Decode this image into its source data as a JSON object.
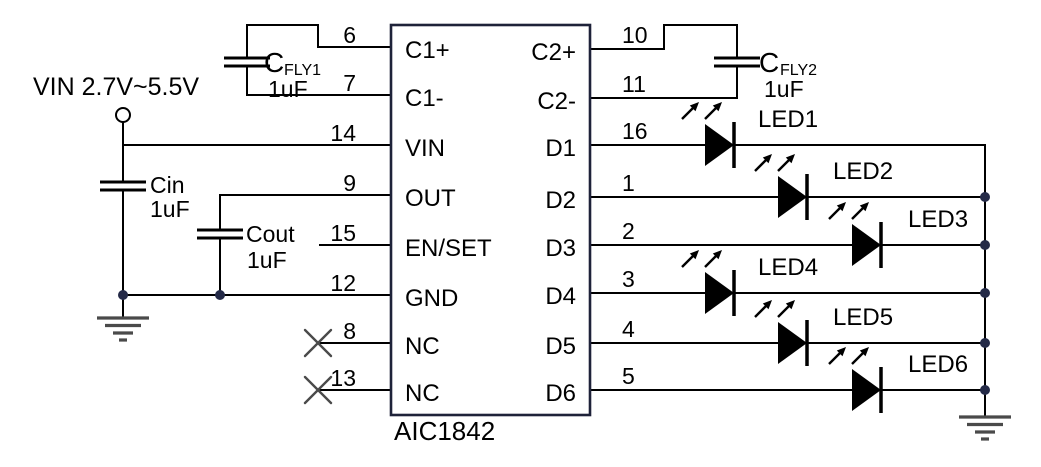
{
  "input": {
    "label": "VIN 2.7V~5.5V"
  },
  "ic": {
    "part": "AIC1842",
    "left_pins": [
      {
        "number": "6",
        "name": "C1+"
      },
      {
        "number": "7",
        "name": "C1-"
      },
      {
        "number": "14",
        "name": "VIN"
      },
      {
        "number": "9",
        "name": "OUT"
      },
      {
        "number": "15",
        "name": "EN/SET"
      },
      {
        "number": "12",
        "name": "GND"
      },
      {
        "number": "8",
        "name": "NC"
      },
      {
        "number": "13",
        "name": "NC"
      }
    ],
    "right_pins": [
      {
        "number": "10",
        "name": "C2+"
      },
      {
        "number": "11",
        "name": "C2-"
      },
      {
        "number": "16",
        "name": "D1"
      },
      {
        "number": "1",
        "name": "D2"
      },
      {
        "number": "2",
        "name": "D3"
      },
      {
        "number": "3",
        "name": "D4"
      },
      {
        "number": "4",
        "name": "D5"
      },
      {
        "number": "5",
        "name": "D6"
      }
    ]
  },
  "capacitors": {
    "cin": {
      "name": "Cin",
      "value": "1uF"
    },
    "cout": {
      "name": "Cout",
      "value": "1uF"
    },
    "cfly1": {
      "name": "C",
      "subscript": "FLY1",
      "value": "1uF"
    },
    "cfly2": {
      "name": "C",
      "subscript": "FLY2",
      "value": "1uF"
    }
  },
  "leds": [
    {
      "label": "LED1"
    },
    {
      "label": "LED2"
    },
    {
      "label": "LED3"
    },
    {
      "label": "LED4"
    },
    {
      "label": "LED5"
    },
    {
      "label": "LED6"
    }
  ],
  "colors": {
    "wire": "#000000",
    "ic_border": "#1e2239",
    "junction_dot": "#242a47",
    "ground": "#4a4a4a",
    "background": "#ffffff",
    "text": "#000000"
  }
}
